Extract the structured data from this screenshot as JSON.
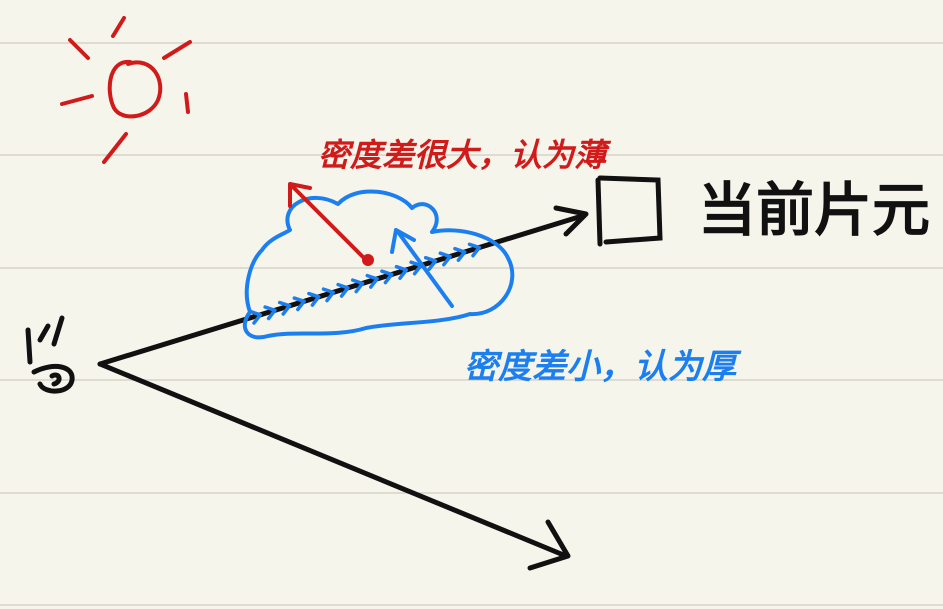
{
  "colors": {
    "paper": "#f6f5ec",
    "rule_line": "#dddbd2",
    "ink": "#111111",
    "red": "#d11a1a",
    "blue": "#1b7ff0"
  },
  "labels": {
    "current_fragment": "当前片元",
    "eye": "眼",
    "large_density_diff": "密度差很大，认为薄",
    "small_density_diff": "密度差小，认为厚"
  },
  "icons": {
    "sun": "sun-icon",
    "eye": "eye-symbol",
    "fragment": "square-box"
  }
}
